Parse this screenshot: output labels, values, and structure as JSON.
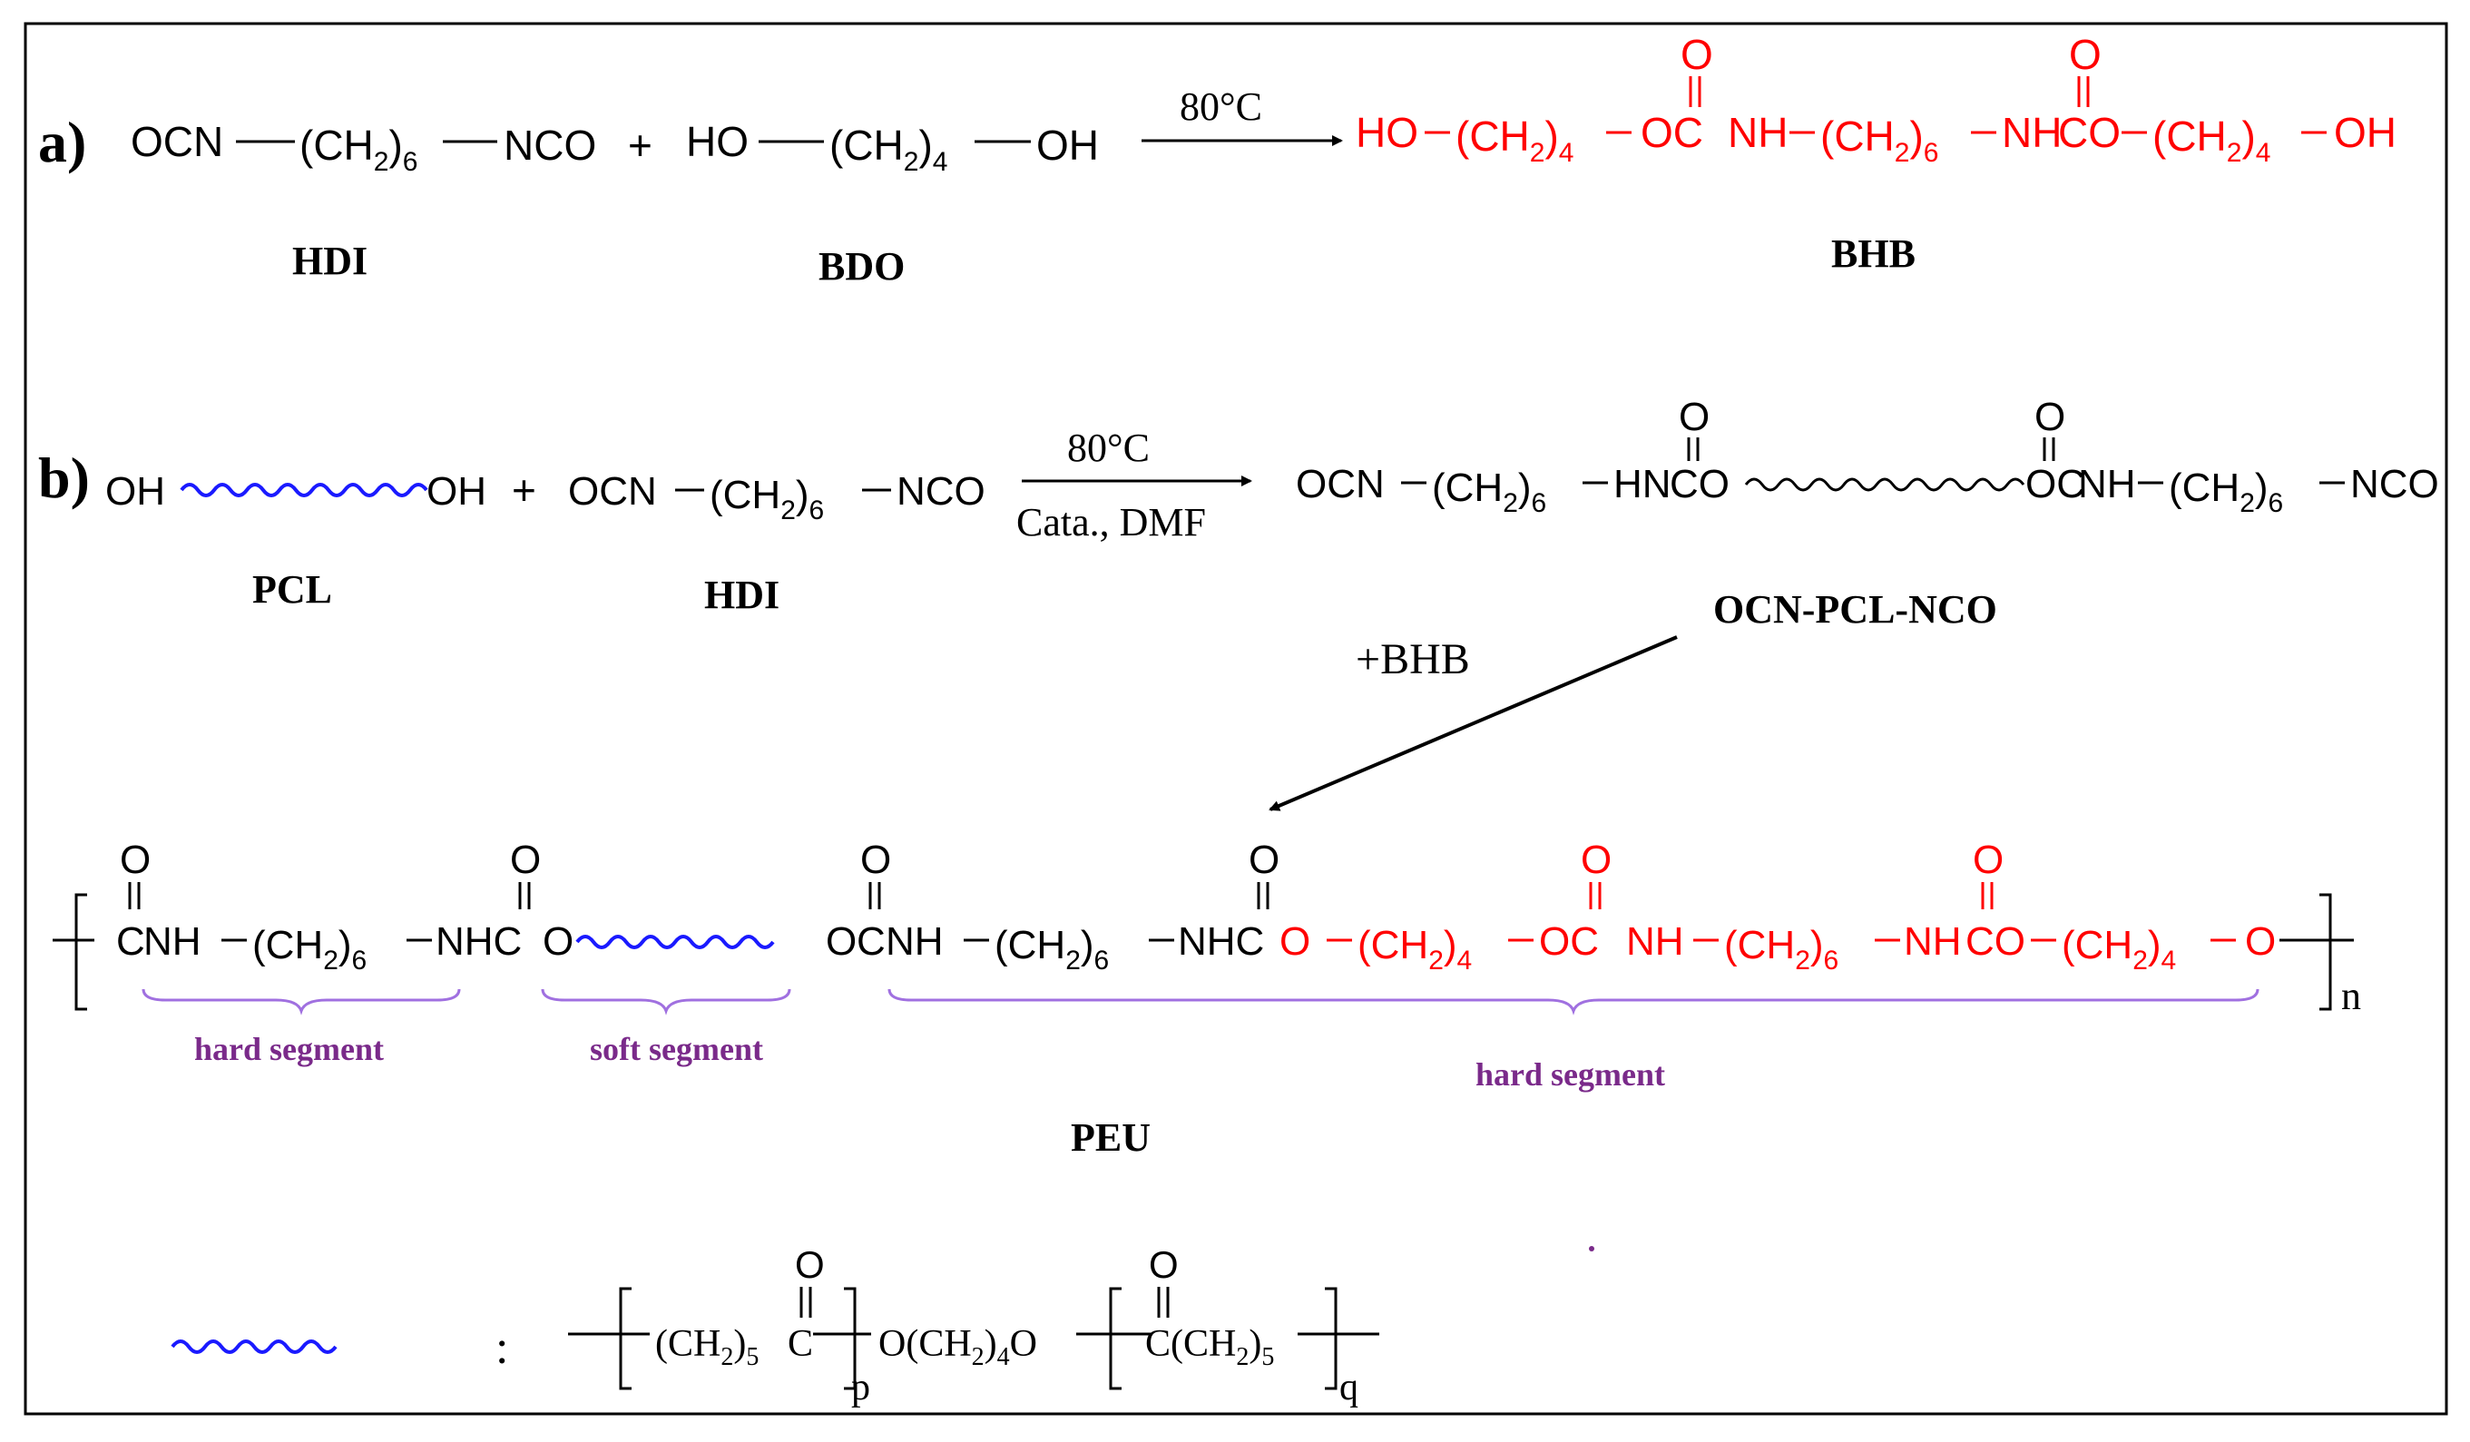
{
  "colors": {
    "black": "#000000",
    "red": "#ff0000",
    "blue": "#1a1aff",
    "purple": "#7a2a8a",
    "brace": "#a070e0"
  },
  "labels": {
    "a": "a)",
    "b": "b)"
  },
  "rowA": {
    "ocn": "OCN",
    "ch2_1": "(CH",
    "sub2": "2",
    "sub6": "6",
    "sub4": "4",
    "close": ")",
    "nco": "NCO",
    "plus": "+",
    "ho": "HO",
    "oh": "OH",
    "temp": "80°C",
    "prod_ho": "HO",
    "prod_oc": "OC",
    "prod_nh": "NH",
    "prod_nh2": "NH",
    "prod_co": "CO",
    "o": "O",
    "dbl": "=",
    "names": [
      "HDI",
      "BDO",
      "BHB"
    ]
  },
  "rowB": {
    "oh": "OH",
    "plus": "+",
    "ocn": "OCN",
    "nco": "NCO",
    "temp": "80°C",
    "cata": "Cata., DMF",
    "hn": "HN",
    "co": "CO",
    "oc": "OC",
    "nh": "NH",
    "names": [
      "PCL",
      "HDI",
      "OCN-PCL-NCO"
    ],
    "bhb": "+BHB"
  },
  "peu": {
    "c": "C",
    "nh": "NH",
    "nhc": "NHC",
    "o": "O",
    "n": "n",
    "seg_hard1": "hard segment",
    "seg_soft": "soft segment",
    "seg_hard2": "hard segment",
    "name": "PEU"
  },
  "legend": {
    "colon": ":",
    "pcl_repeat_a": "(CH",
    "sub2": "2",
    "sub5": "5",
    "c": "C",
    "p": "p",
    "mid": "O(CH",
    "sub4": "4",
    "mido": "O",
    "q": "q",
    "o": "O"
  }
}
